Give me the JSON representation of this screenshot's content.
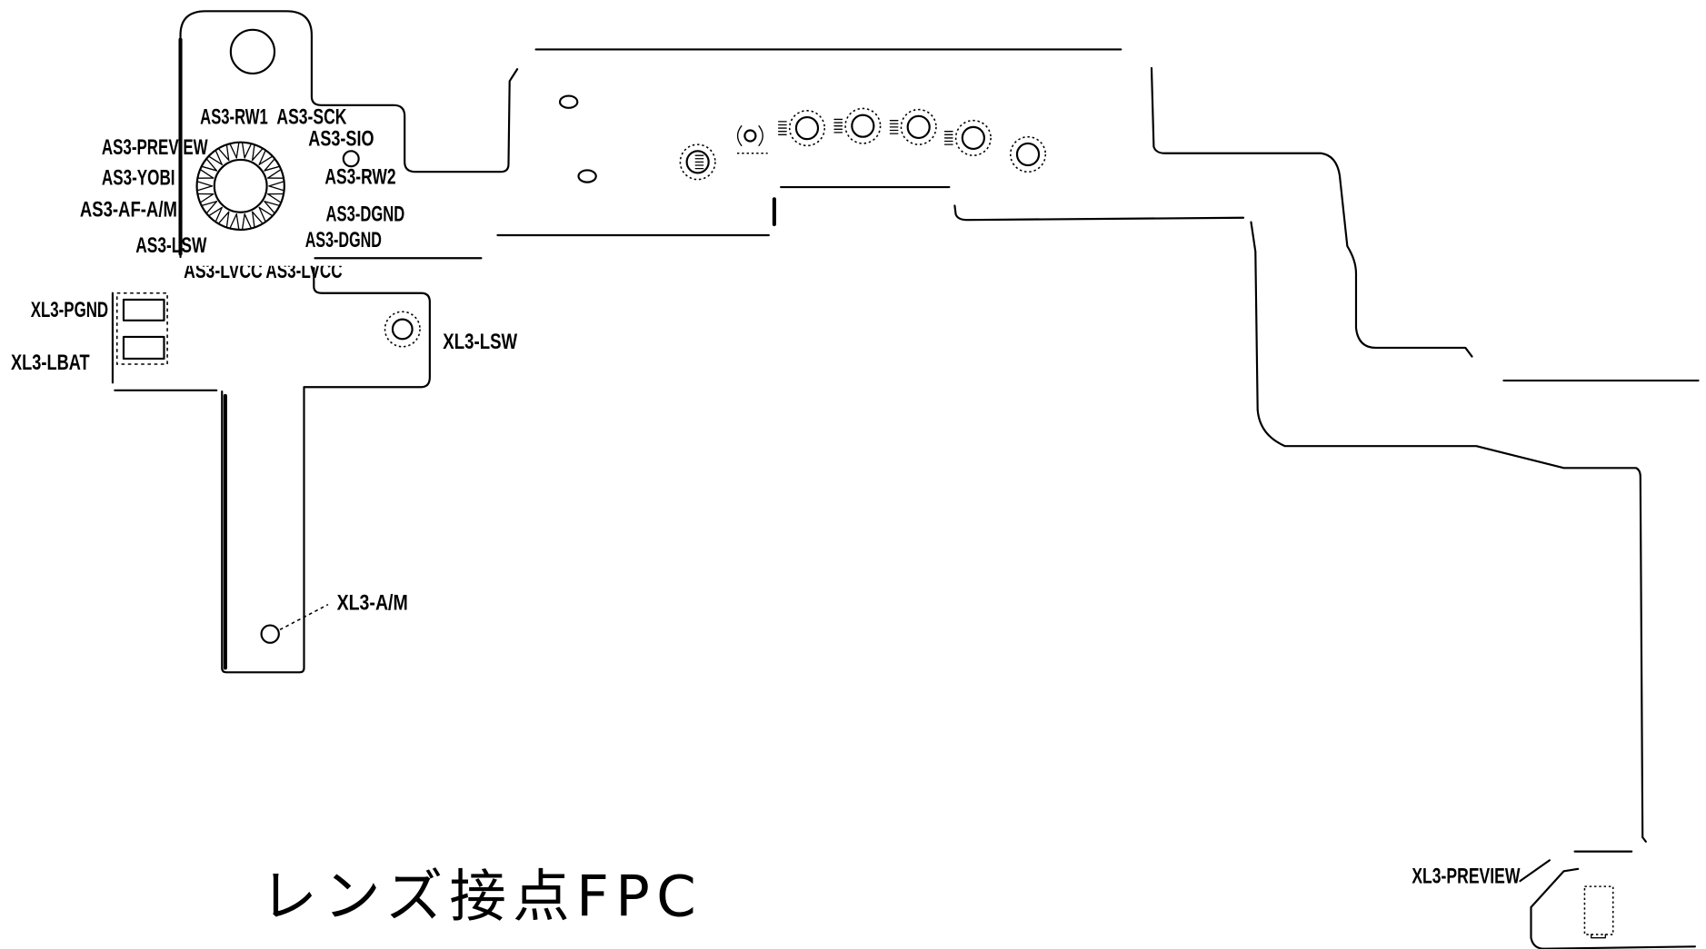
{
  "diagram": {
    "title": "レンズ接点FPC"
  },
  "as3_labels": {
    "rw1": "AS3-RW1",
    "sck": "AS3-SCK",
    "sio": "AS3-SIO",
    "preview": "AS3-PREVIEW",
    "yobi": "AS3-YOBI",
    "af_am": "AS3-AF-A/M",
    "rw2": "AS3-RW2",
    "dgnd_1": "AS3-DGND",
    "lsw": "AS3-LSW",
    "dgnd_2": "AS3-DGND",
    "lvcc_1": "AS3-LVCC",
    "lvcc_2": "AS3-LVCC"
  },
  "xl3_labels": {
    "pgnd": "XL3-PGND",
    "lbat": "XL3-LBAT",
    "lsw": "XL3-LSW",
    "am": "XL3-A/M",
    "preview": "XL3-PREVIEW"
  }
}
